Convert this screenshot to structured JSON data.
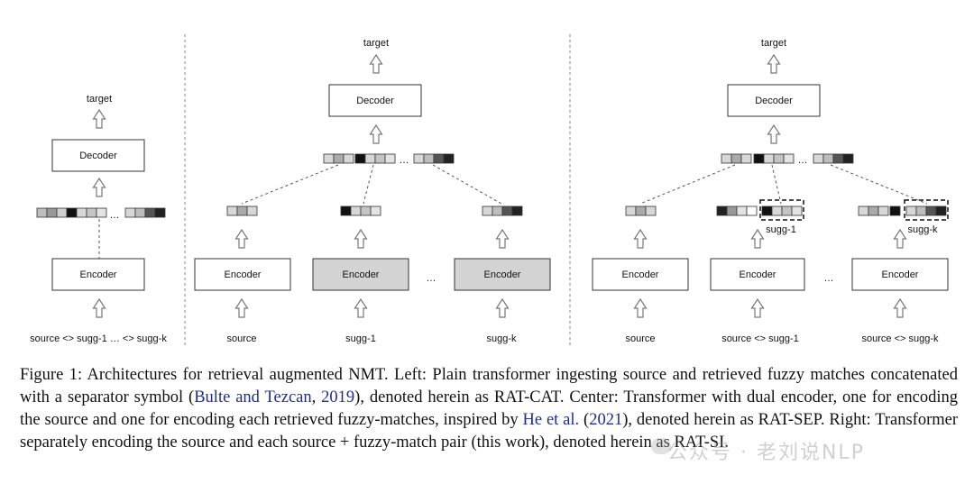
{
  "panels": {
    "left": {
      "target": "target",
      "decoder": "Decoder",
      "encoder": "Encoder",
      "input": "source <> sugg-1 … <> sugg-k",
      "ellipsis": "…"
    },
    "center": {
      "target": "target",
      "decoder": "Decoder",
      "encoders": [
        "Encoder",
        "Encoder",
        "Encoder"
      ],
      "inputs": [
        "source",
        "sugg-1",
        "sugg-k"
      ],
      "ellipsis": "…"
    },
    "right": {
      "target": "target",
      "decoder": "Decoder",
      "encoders": [
        "Encoder",
        "Encoder",
        "Encoder"
      ],
      "inputs": [
        "source",
        "source <> sugg-1",
        "source <> sugg-k"
      ],
      "box_labels": [
        "sugg-1",
        "sugg-k"
      ],
      "ellipsis": "…"
    }
  },
  "caption": {
    "fig": "Figure 1:",
    "p1": " Architectures for retrieval augmented NMT. Left: Plain transformer ingesting source and retrieved fuzzy matches concatenated with a separator symbol (",
    "cite1": "Bulte and Tezcan",
    "cite1_year": "2019",
    "p2": "), denoted herein as RAT-CAT. Center: Transformer with dual encoder, one for encoding the source and one for encoding each retrieved fuzzy-matches, inspired by ",
    "cite2": "He et al.",
    "cite2_year": "2021",
    "p3": "), denoted herein as RAT-SEP. Right: Transformer separately encoding the source and each source + fuzzy-match pair (this work), denoted herein as RAT-SI."
  },
  "watermark": "公众号 · 老刘说NLP",
  "colors": {
    "shaded_encoder": "#d3d3d3",
    "link": "#1a2f8f"
  }
}
